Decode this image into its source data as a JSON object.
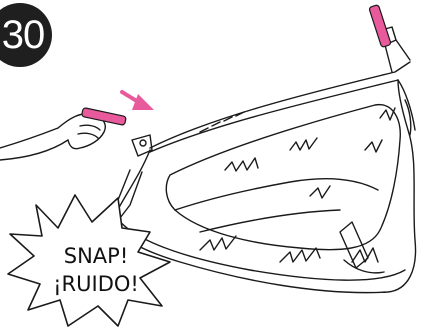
{
  "step": {
    "number": "30"
  },
  "callout": {
    "line1": "SNAP!",
    "line2": "¡RUIDO!"
  },
  "colors": {
    "accent": "#e85a9b",
    "ink": "#1a1a1a",
    "badge": "#1f1f1f"
  }
}
